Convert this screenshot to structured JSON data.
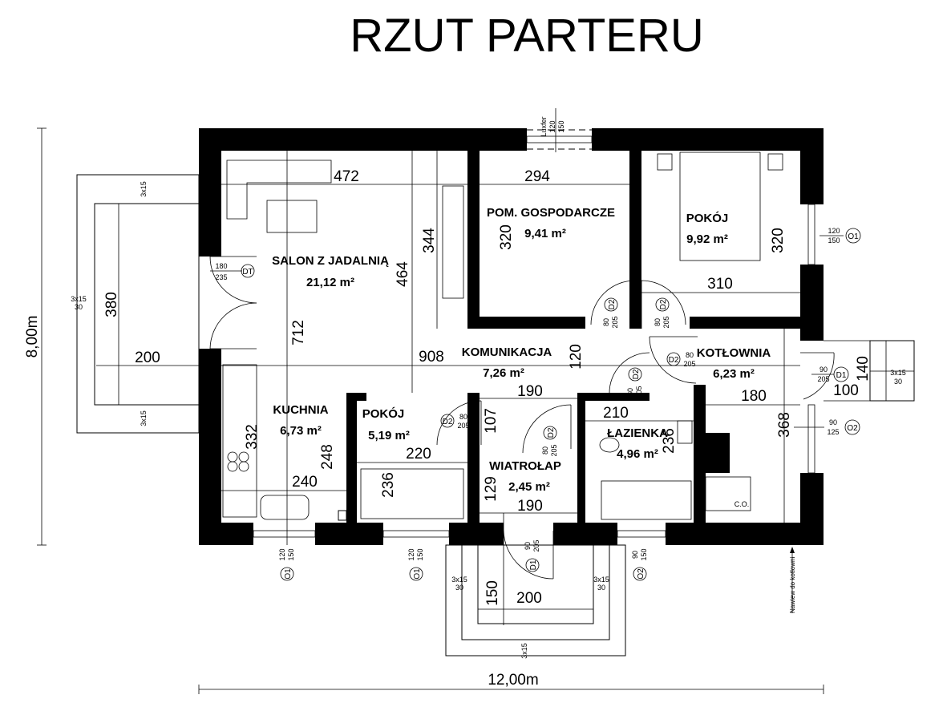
{
  "title": "RZUT PARTERU",
  "rooms": {
    "salon": {
      "name": "SALON Z JADALNIĄ",
      "area": "21,12 m²"
    },
    "pom_gospodarcze": {
      "name": "POM. GOSPODARCZE",
      "area": "9,41 m²"
    },
    "pokoj_duzy": {
      "name": "POKÓJ",
      "area": "9,92 m²"
    },
    "komunikacja": {
      "name": "KOMUNIKACJA",
      "area": "7,26 m²"
    },
    "kotlownia": {
      "name": "KOTŁOWNIA",
      "area": "6,23 m²"
    },
    "kuchnia": {
      "name": "KUCHNIA",
      "area": "6,73 m²"
    },
    "pokoj_maly": {
      "name": "POKÓJ",
      "area": "5,19 m²"
    },
    "lazienka": {
      "name": "ŁAZIENKA",
      "area": "4,96 m²"
    },
    "wiatrolap": {
      "name": "WIATROŁAP",
      "area": "2,45 m²"
    }
  },
  "dimensions": {
    "salon_width": "472",
    "pom_width": "294",
    "pokoj_width": "310",
    "komunikacja_len": "908",
    "wiatrolap_top": "190",
    "lazienka_width": "210",
    "kotlownia_width": "180",
    "pokoj_maly_width": "220",
    "kuchnia_width": "240",
    "wiatrolap_bottom": "190",
    "terrace_width": "200",
    "entry_width": "200",
    "entry_depth": "150",
    "terrace_depth": "380",
    "salon_depth": "712",
    "salon_depth2": "464",
    "wall_344": "344",
    "pom_depth": "320",
    "pokoj_depth": "320",
    "kom_120": "120",
    "kom_107": "107",
    "lazienka_depth": "236",
    "kotlownia_depth": "368",
    "side_step_140": "140",
    "side_step_100": "100",
    "kuchnia_332": "332",
    "kuchnia_248": "248",
    "pokoj_maly_236": "236",
    "wiatrolap_129": "129"
  },
  "overall": {
    "height": "8,00m",
    "width": "12,00m"
  },
  "luxfer": {
    "label": "Luxfer",
    "w": "120",
    "h": "150"
  },
  "tags": {
    "dt": {
      "id": "DT",
      "w": "180",
      "h": "235"
    },
    "o1_right": {
      "id": "O1",
      "w": "120",
      "h": "150"
    },
    "o2_right": {
      "id": "O2",
      "w": "90",
      "h": "125"
    },
    "d1_right": {
      "id": "D1",
      "w": "90",
      "h": "205"
    },
    "d2_pom": {
      "id": "D2",
      "w": "80",
      "h": "205"
    },
    "d2_pokoj": {
      "id": "D2",
      "w": "80",
      "h": "205"
    },
    "d2_kotl": {
      "id": "D2",
      "w": "80",
      "h": "205"
    },
    "d2_laz": {
      "id": "D2",
      "w": "80",
      "h": "205"
    },
    "d2_pokoj_maly": {
      "id": "D2",
      "w": "80",
      "h": "205"
    },
    "d2_wiatr": {
      "id": "D2",
      "w": "80",
      "h": "205"
    },
    "o1_bottom1": {
      "id": "O1",
      "w": "120",
      "h": "150"
    },
    "o1_bottom2": {
      "id": "O1",
      "w": "120",
      "h": "150"
    },
    "d1_bottom": {
      "id": "D1",
      "w": "90",
      "h": "205"
    },
    "o2_bottom": {
      "id": "O2",
      "w": "90",
      "h": "150"
    }
  },
  "steps": {
    "a": "3x15",
    "b": "30"
  },
  "notes": {
    "nawiew": "Nawiew do kotłowni",
    "co": "C.O."
  }
}
